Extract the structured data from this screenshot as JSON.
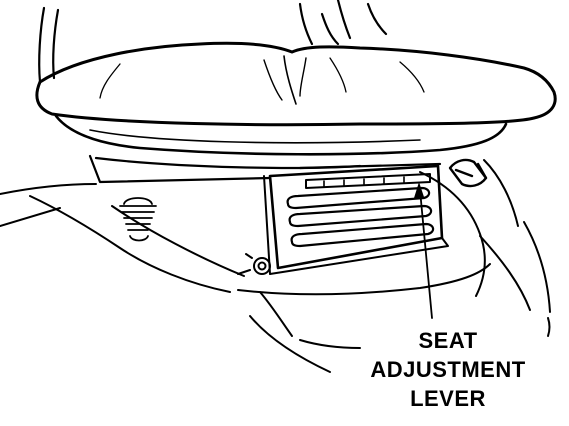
{
  "callout": {
    "lines": [
      "SEAT",
      "ADJUSTMENT",
      "LEVER"
    ]
  },
  "colors": {
    "ink": "#000000",
    "paper": "#ffffff"
  }
}
